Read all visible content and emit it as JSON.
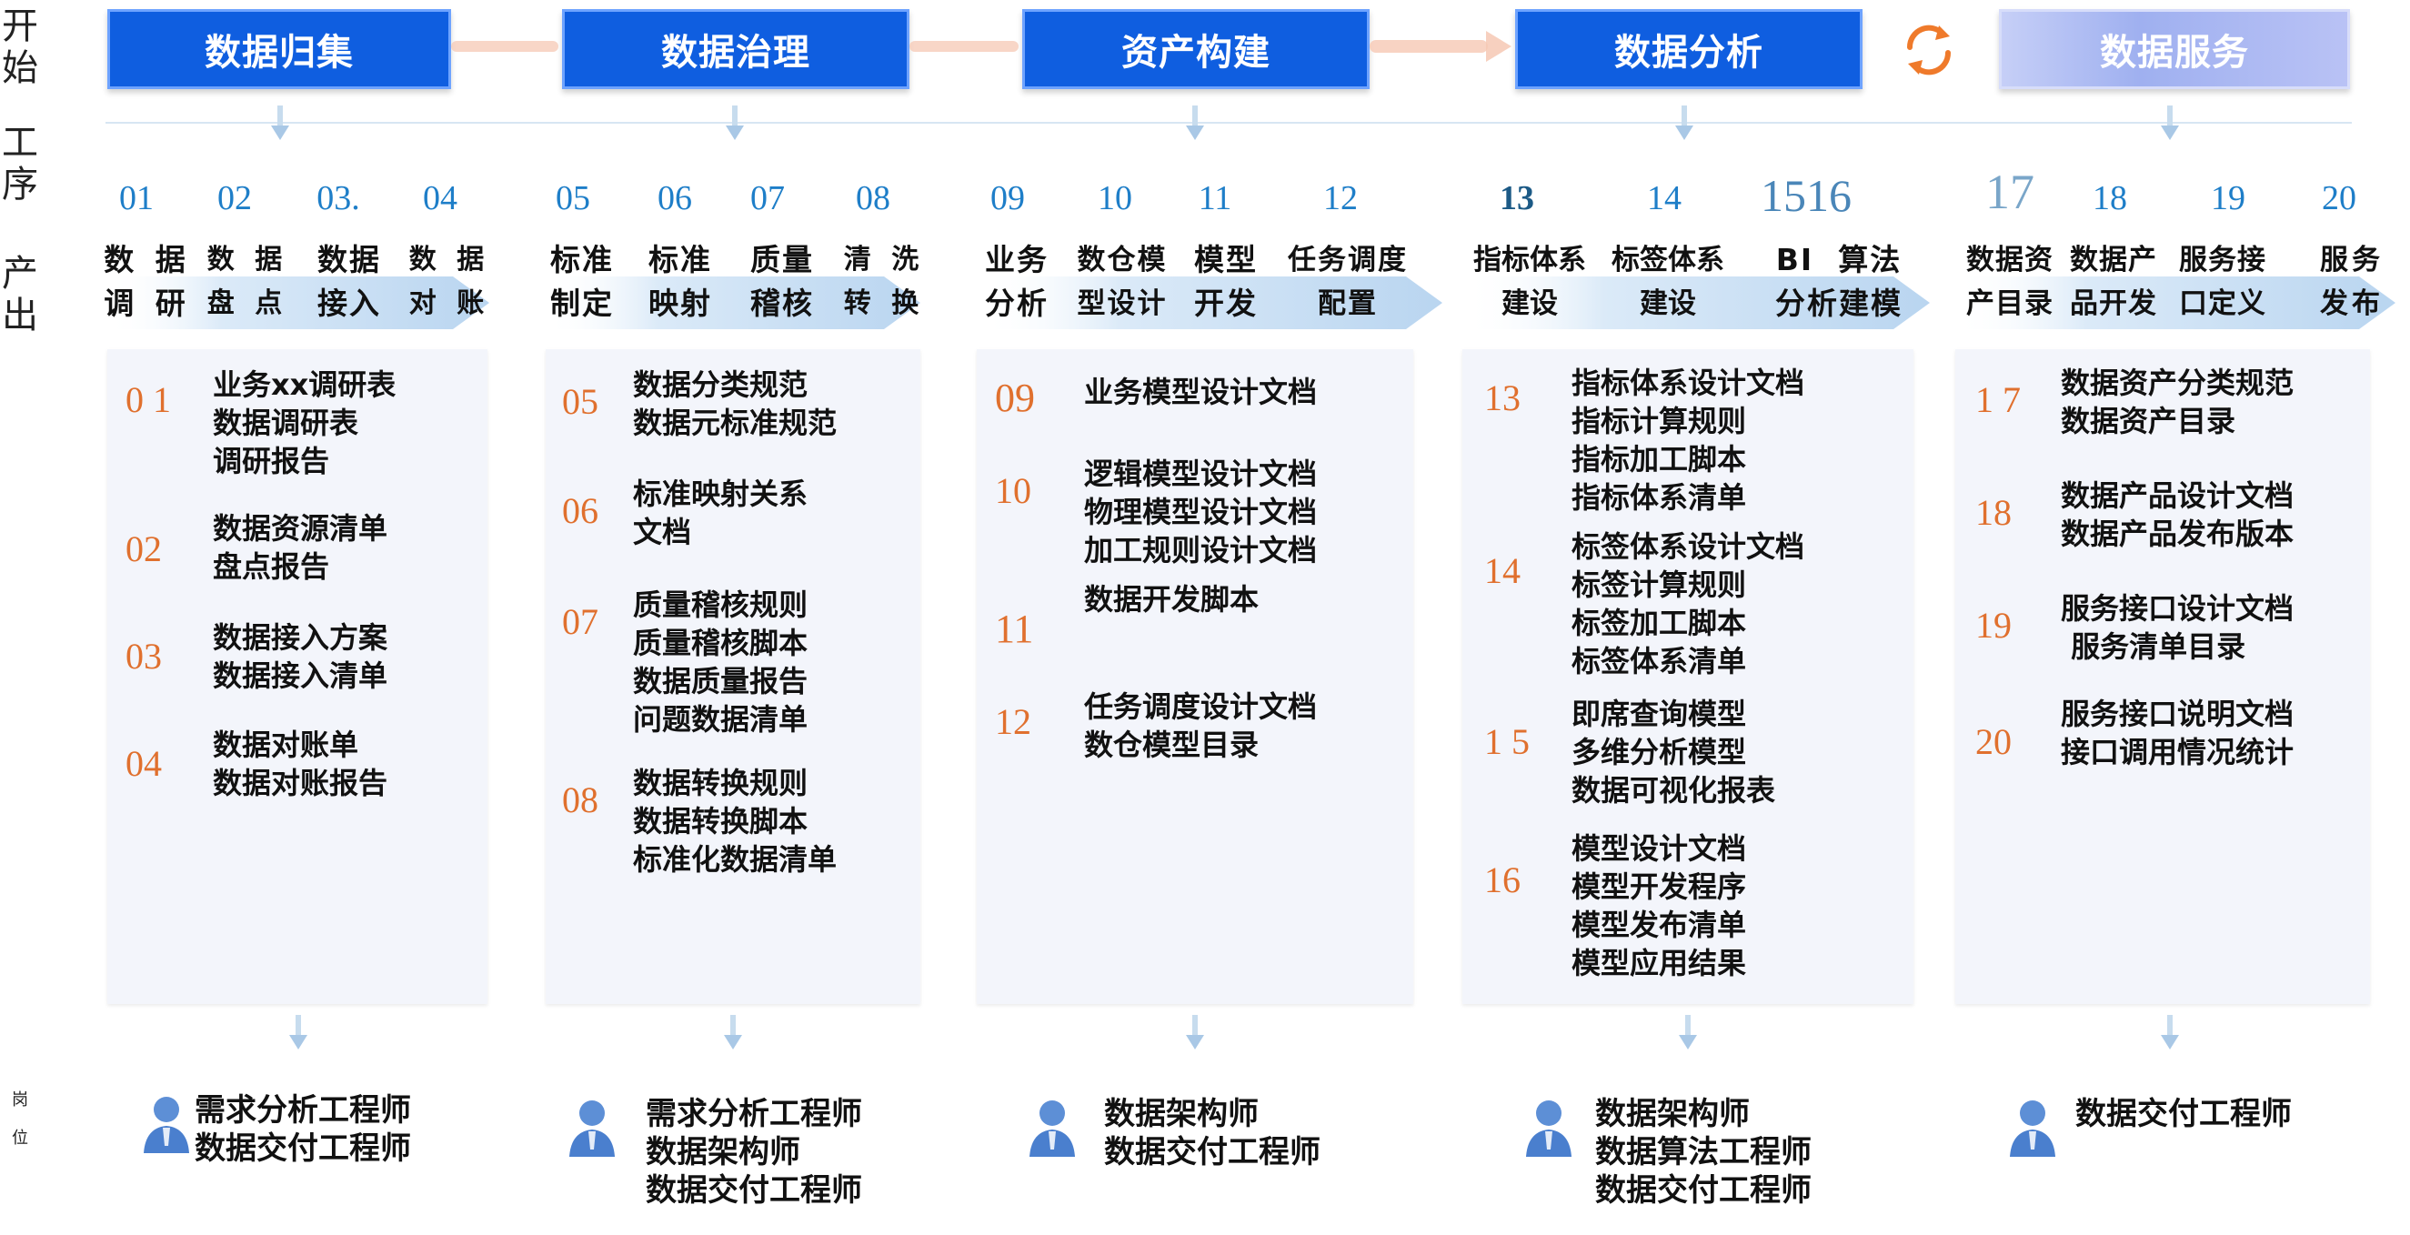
{
  "row_labels": {
    "start": [
      "开",
      "始"
    ],
    "process": [
      "工",
      "序"
    ],
    "output": [
      "产",
      "出"
    ],
    "post": [
      "岗",
      "位"
    ]
  },
  "phases": [
    {
      "label": "数据归集",
      "style": "dark"
    },
    {
      "label": "数据治理",
      "style": "dark"
    },
    {
      "label": "资产构建",
      "style": "dark"
    },
    {
      "label": "数据分析",
      "style": "dark"
    },
    {
      "label": "数据服务",
      "style": "light"
    }
  ],
  "cycle_icon": "refresh-icon",
  "colors": {
    "phase_blue": "#0f5ee0",
    "ribbon_blue": "#cfe3f7",
    "step_blue": "#1e7ec8",
    "orange": "#e0702e",
    "panel_bg": "#f3f5fb"
  },
  "steps": [
    {
      "num": "01",
      "label": "数 据\n调 研"
    },
    {
      "num": "02",
      "label": "数 据\n盘 点"
    },
    {
      "num": "03.",
      "label": "数据\n接入"
    },
    {
      "num": "04",
      "label": "数 据\n对 账"
    },
    {
      "num": "05",
      "label": "标准\n制定"
    },
    {
      "num": "06",
      "label": "标准\n映射"
    },
    {
      "num": "07",
      "label": "质量\n稽核"
    },
    {
      "num": "08",
      "label": "清 洗\n转 换"
    },
    {
      "num": "09",
      "label": "业务\n分析"
    },
    {
      "num": "10",
      "label": "数仓模\n型设计"
    },
    {
      "num": "11",
      "label": "模型\n开发"
    },
    {
      "num": "12",
      "label": "任务调度\n配置"
    },
    {
      "num": "13",
      "label": "指标体系\n建设"
    },
    {
      "num": "14",
      "label": "标签体系\n建设"
    },
    {
      "num": "1516",
      "label": "BI  算法\n分析建模"
    },
    {
      "num": "17",
      "label": "数据资\n产目录"
    },
    {
      "num": "18",
      "label": "数据产\n品开发"
    },
    {
      "num": "19",
      "label": "服务接\n口定义"
    },
    {
      "num": "20",
      "label": "服务\n发布"
    }
  ],
  "outputs": [
    {
      "items": [
        {
          "num": "0 1",
          "lines": [
            "业务xx调研表",
            "数据调研表",
            "调研报告"
          ]
        },
        {
          "num": "02",
          "lines": [
            "数据资源清单",
            "盘点报告"
          ]
        },
        {
          "num": "03",
          "lines": [
            "数据接入方案",
            "数据接入清单"
          ]
        },
        {
          "num": "04",
          "lines": [
            "数据对账单",
            "数据对账报告"
          ]
        }
      ]
    },
    {
      "items": [
        {
          "num": "05",
          "lines": [
            "数据分类规范",
            "数据元标准规范"
          ]
        },
        {
          "num": "06",
          "lines": [
            "标准映射关系",
            "文档"
          ]
        },
        {
          "num": "07",
          "lines": [
            "质量稽核规则",
            "质量稽核脚本",
            "数据质量报告",
            "问题数据清单"
          ]
        },
        {
          "num": "08",
          "lines": [
            "数据转换规则",
            "数据转换脚本",
            "标准化数据清单"
          ]
        }
      ]
    },
    {
      "items": [
        {
          "num": "09",
          "lines": [
            "业务模型设计文档"
          ]
        },
        {
          "num": "10",
          "lines": [
            "逻辑模型设计文档",
            "物理模型设计文档",
            "加工规则设计文档"
          ]
        },
        {
          "num": "11",
          "lines": [
            "数据开发脚本"
          ]
        },
        {
          "num": "12",
          "lines": [
            "任务调度设计文档",
            "数仓模型目录"
          ]
        }
      ]
    },
    {
      "items": [
        {
          "num": "13",
          "lines": [
            "指标体系设计文档",
            "指标计算规则",
            "指标加工脚本",
            "指标体系清单"
          ]
        },
        {
          "num": "14",
          "lines": [
            "标签体系设计文档",
            "标签计算规则",
            "标签加工脚本",
            "标签体系清单"
          ]
        },
        {
          "num": "1 5",
          "lines": [
            "即席查询模型",
            "多维分析模型",
            "数据可视化报表"
          ]
        },
        {
          "num": "16",
          "lines": [
            "模型设计文档",
            "模型开发程序",
            "模型发布清单",
            "模型应用结果"
          ]
        }
      ]
    },
    {
      "items": [
        {
          "num": "1 7",
          "lines": [
            "数据资产分类规范",
            "数据资产目录"
          ]
        },
        {
          "num": "18",
          "lines": [
            "数据产品设计文档",
            "数据产品发布版本"
          ]
        },
        {
          "num": "19",
          "lines": [
            "服务接口设计文档",
            " 服务清单目录"
          ]
        },
        {
          "num": "20",
          "lines": [
            "服务接口说明文档",
            "接口调用情况统计"
          ]
        }
      ]
    }
  ],
  "roles": [
    {
      "names": [
        "需求分析工程师",
        "数据交付工程师"
      ]
    },
    {
      "names": [
        "需求分析工程师",
        "数据架构师",
        "数据交付工程师"
      ]
    },
    {
      "names": [
        "数据架构师",
        "数据交付工程师"
      ]
    },
    {
      "names": [
        "数据架构师",
        "数据算法工程师",
        "数据交付工程师"
      ]
    },
    {
      "names": [
        "数据交付工程师"
      ]
    }
  ]
}
